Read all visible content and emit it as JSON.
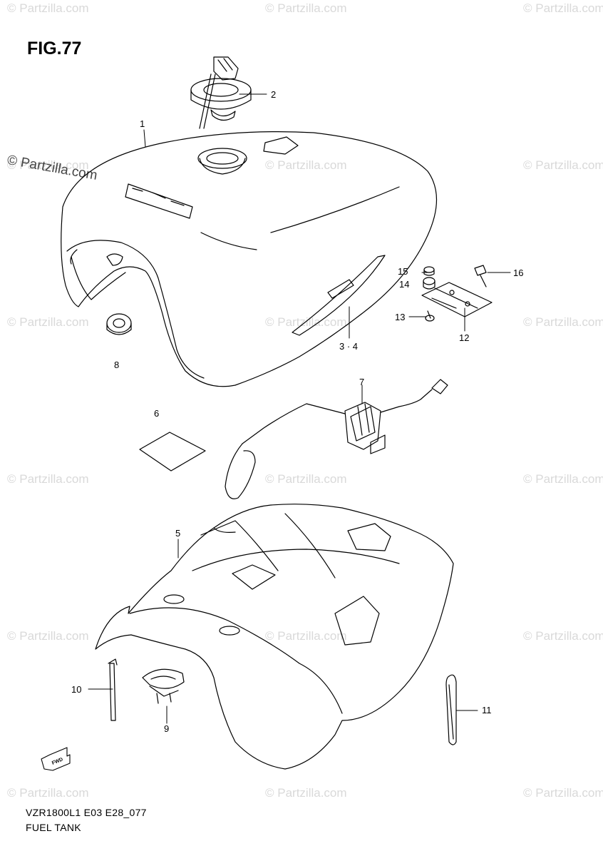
{
  "figure": {
    "title": "FIG.77",
    "model_code": "VZR1800L1 E03 E28_077",
    "caption": "FUEL TANK"
  },
  "watermark": {
    "text": "© Partzilla.com",
    "featured_text": "© Partzilla.com"
  },
  "callouts": [
    {
      "id": "1",
      "label": "1"
    },
    {
      "id": "2",
      "label": "2"
    },
    {
      "id": "3-4",
      "label": "3 · 4"
    },
    {
      "id": "5",
      "label": "5"
    },
    {
      "id": "6",
      "label": "6"
    },
    {
      "id": "7",
      "label": "7"
    },
    {
      "id": "8",
      "label": "8"
    },
    {
      "id": "9",
      "label": "9"
    },
    {
      "id": "10",
      "label": "10"
    },
    {
      "id": "11",
      "label": "11"
    },
    {
      "id": "12",
      "label": "12"
    },
    {
      "id": "13",
      "label": "13"
    },
    {
      "id": "14",
      "label": "14"
    },
    {
      "id": "15",
      "label": "15"
    },
    {
      "id": "16",
      "label": "16"
    }
  ],
  "fwd_arrow": {
    "label": "FWD"
  }
}
